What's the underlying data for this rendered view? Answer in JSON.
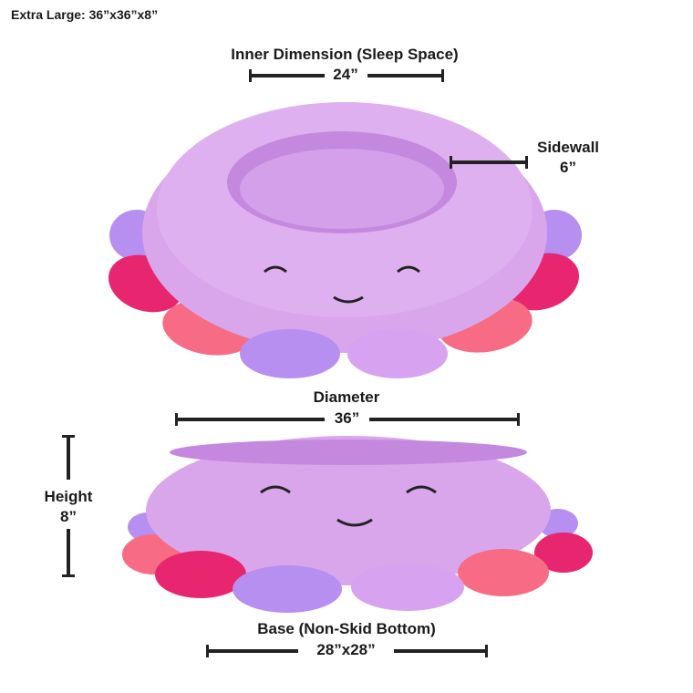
{
  "size_label": "Extra Large: 36”x36”x8”",
  "inner_dimension": {
    "title": "Inner Dimension (Sleep Space)",
    "value": "24”"
  },
  "sidewall": {
    "title": "Sidewall",
    "value": "6”"
  },
  "diameter": {
    "title": "Diameter",
    "value": "36”"
  },
  "height": {
    "title": "Height",
    "value": "8”"
  },
  "base": {
    "title": "Base (Non-Skid Bottom)",
    "value": "28”x28”"
  },
  "colors": {
    "bed_purple": "#d9a6ec",
    "bed_purple_dark": "#c489de",
    "tentacle_magenta": "#e8256f",
    "tentacle_pink": "#f76c84",
    "tentacle_lavender": "#b78ff0",
    "tentacle_lilac": "#d7a2ef",
    "line": "#222222"
  },
  "icons": [
    "octopus-bed-top-view",
    "octopus-bed-side-view"
  ]
}
